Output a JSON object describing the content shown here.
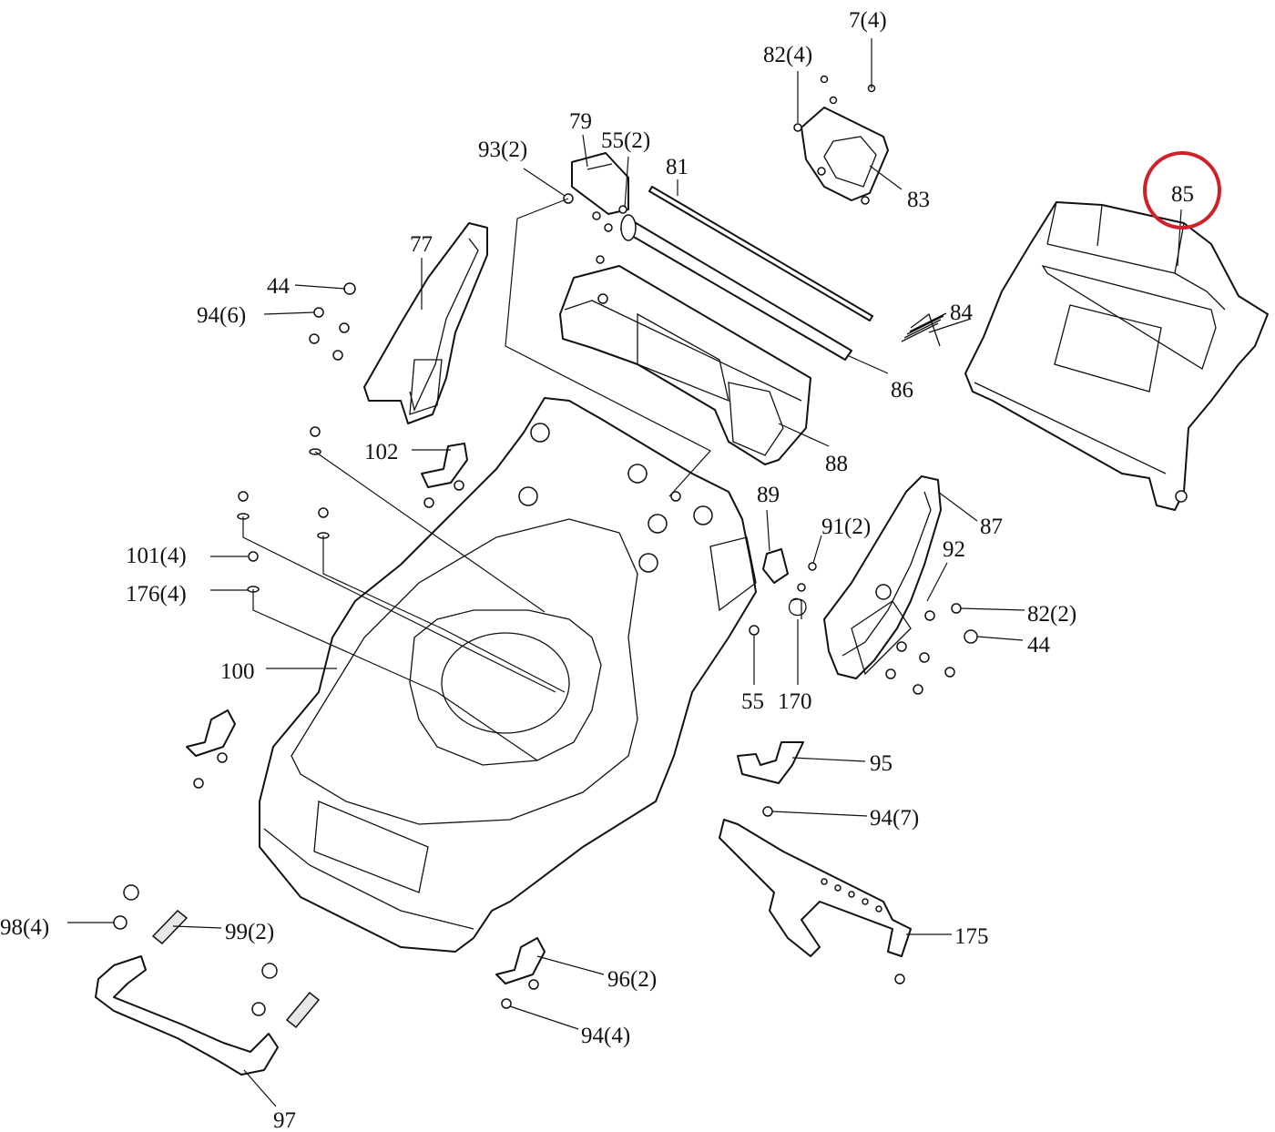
{
  "highlight_color": "#d0202a",
  "labels": {
    "p7": "7(4)",
    "p82a": "82(4)",
    "p79": "79",
    "p93": "93(2)",
    "p55a": "55(2)",
    "p81": "81",
    "p83": "83",
    "p85": "85",
    "p77": "77",
    "p44a": "44",
    "p94a": "94(6)",
    "p84": "84",
    "p86": "86",
    "p88": "88",
    "p102": "102",
    "p89": "89",
    "p91": "91(2)",
    "p87": "87",
    "p92": "92",
    "p101": "101(4)",
    "p176": "176(4)",
    "p82b": "82(2)",
    "p44b": "44",
    "p100": "100",
    "p55b": "55",
    "p170": "170",
    "p95": "95",
    "p94b": "94(7)",
    "p98": "98(4)",
    "p99": "99(2)",
    "p175": "175",
    "p96": "96(2)",
    "p94c": "94(4)",
    "p97": "97"
  }
}
